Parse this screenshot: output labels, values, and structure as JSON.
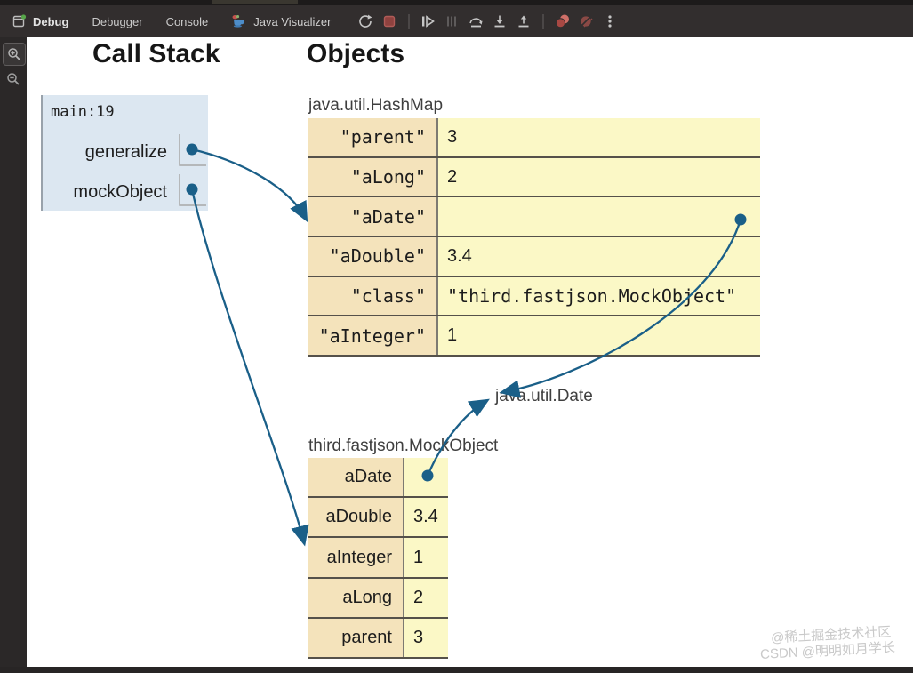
{
  "toolbar": {
    "debug_label": "Debug",
    "debug_icon": "debug-tool-window-icon",
    "tabs": [
      {
        "label": "Debugger",
        "active": false
      },
      {
        "label": "Console",
        "active": false
      },
      {
        "label": "Java Visualizer",
        "active": true,
        "icon": "java-cup-icon"
      }
    ],
    "actions": [
      {
        "name": "rerun-icon"
      },
      {
        "name": "stop-icon"
      },
      {
        "name": "resume-icon"
      },
      {
        "name": "pause-icon",
        "disabled": true
      },
      {
        "name": "step-over-icon"
      },
      {
        "name": "step-into-icon"
      },
      {
        "name": "step-out-icon"
      },
      {
        "name": "view-breakpoints-icon"
      },
      {
        "name": "mute-breakpoints-icon"
      },
      {
        "name": "more-options-icon"
      }
    ]
  },
  "sidebar": {
    "tools": [
      {
        "name": "zoom-in-icon"
      },
      {
        "name": "zoom-out-icon"
      }
    ]
  },
  "visualizer": {
    "call_stack": {
      "heading": "Call Stack",
      "frames": [
        {
          "label": "main:19",
          "variables": [
            {
              "name": "generalize",
              "type": "pointer",
              "points_to": "java.util.HashMap"
            },
            {
              "name": "mockObject",
              "type": "pointer",
              "points_to": "third.fastjson.MockObject"
            }
          ]
        }
      ]
    },
    "objects": {
      "heading": "Objects",
      "hashmap": {
        "type_label": "java.util.HashMap",
        "rows": [
          {
            "key": "\"parent\"",
            "value": "3"
          },
          {
            "key": "\"aLong\"",
            "value": "2"
          },
          {
            "key": "\"aDate\"",
            "value": "",
            "pointer_to": "java.util.Date"
          },
          {
            "key": "\"aDouble\"",
            "value": "3.4"
          },
          {
            "key": "\"class\"",
            "value": "\"third.fastjson.MockObject\""
          },
          {
            "key": "\"aInteger\"",
            "value": "1"
          }
        ]
      },
      "date_label": "java.util.Date",
      "mockobject": {
        "type_label": "third.fastjson.MockObject",
        "rows": [
          {
            "key": "aDate",
            "value": "",
            "pointer_to": "java.util.Date"
          },
          {
            "key": "aDouble",
            "value": "3.4"
          },
          {
            "key": "aInteger",
            "value": "1"
          },
          {
            "key": "aLong",
            "value": "2"
          },
          {
            "key": "parent",
            "value": "3"
          }
        ]
      }
    }
  },
  "watermarks": [
    "@稀土掘金技术社区",
    "CSDN @明明如月学长"
  ],
  "colors": {
    "toolbar_bg": "#322e2e",
    "key_cell": "#f4e3bb",
    "value_cell": "#fbf8c6",
    "row_border": "#55514a",
    "stack_frame_bg": "#dce7f1",
    "pointer_arrow": "#1a5f88",
    "stop_red": "#8f423f",
    "breakpoint_red": "#cf6f68",
    "watermark_gray": "#c9c9c9"
  }
}
